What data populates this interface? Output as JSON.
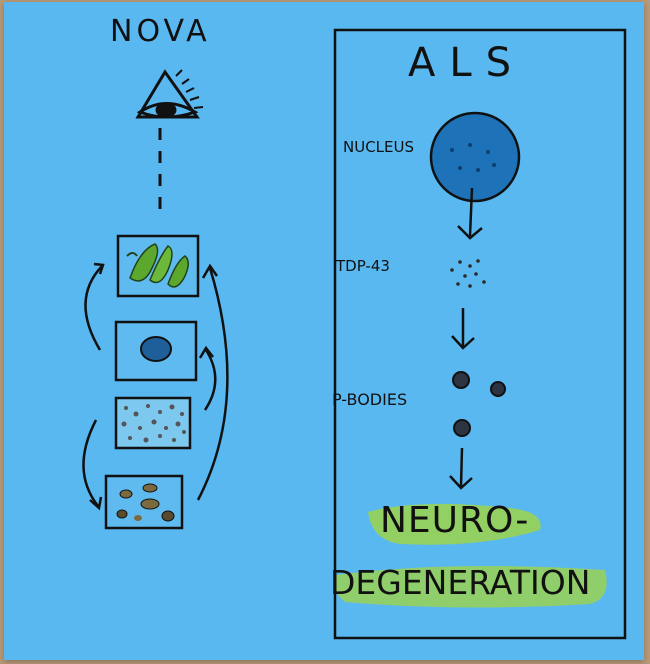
{
  "left_panel": {
    "title": "NOVA"
  },
  "right_panel": {
    "title": "ALS",
    "nucleus_label": "NUCLEUS",
    "tdp_label": "TDP-43",
    "pbodies_label": "P-BODIES",
    "outcome_line1": "NEURO-",
    "outcome_line2": "DEGENERATION"
  },
  "colors": {
    "paper": "#59b8f0",
    "background": "#b89a78",
    "ink": "#111111",
    "nucleus_blue": "#1e73b8",
    "highlight_green": "#9ed34a",
    "mito_green": "#5ca82e",
    "granule_brown": "#7a6a3e"
  }
}
